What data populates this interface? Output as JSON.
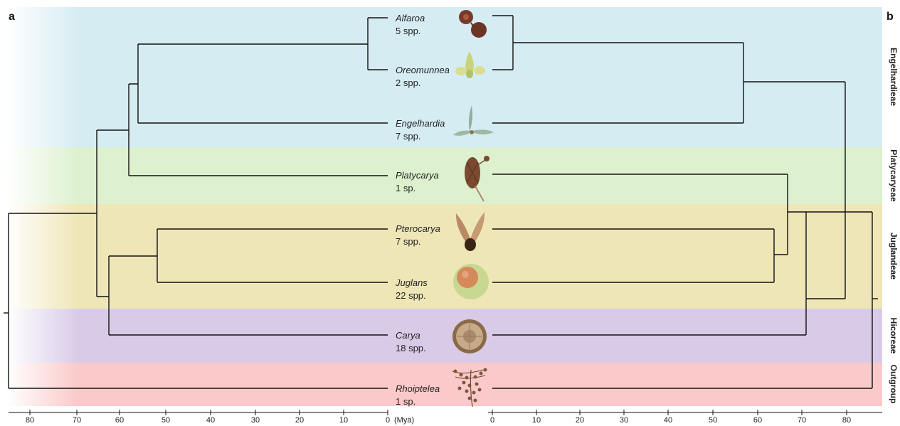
{
  "panels": {
    "left": "a",
    "right": "b"
  },
  "bands": [
    {
      "label": "Engelhardieae",
      "color": "#d6ecf3"
    },
    {
      "label": "Platycaryeae",
      "color": "#ddf1cf"
    },
    {
      "label": "Juglandeae",
      "color": "#efe6b7"
    },
    {
      "label": "Hicoreae",
      "color": "#d9cbe8"
    },
    {
      "label": "Outgroup",
      "color": "#fbc9c9"
    }
  ],
  "taxa": [
    {
      "genus": "Alfaroa",
      "species": "5 spp.",
      "icon": "alfaroa-fruit-icon"
    },
    {
      "genus": "Oreomunnea",
      "species": "2 spp.",
      "icon": "oreomunnea-fruit-icon"
    },
    {
      "genus": "Engelhardia",
      "species": "7 spp.",
      "icon": "engelhardia-fruit-icon"
    },
    {
      "genus": "Platycarya",
      "species": "1 sp.",
      "icon": "platycarya-fruit-icon"
    },
    {
      "genus": "Pterocarya",
      "species": "7 spp.",
      "icon": "pterocarya-fruit-icon"
    },
    {
      "genus": "Juglans",
      "species": "22 spp.",
      "icon": "juglans-fruit-icon"
    },
    {
      "genus": "Carya",
      "species": "18 spp.",
      "icon": "carya-fruit-icon"
    },
    {
      "genus": "Rhoiptelea",
      "species": "1 sp.",
      "icon": "rhoiptelea-fruit-icon"
    }
  ],
  "left_axis": {
    "ticks": [
      "80",
      "70",
      "60",
      "50",
      "40",
      "30",
      "20",
      "10",
      "0"
    ],
    "unit": "(Mya)"
  },
  "right_axis": {
    "ticks": [
      "0",
      "10",
      "20",
      "30",
      "40",
      "50",
      "60",
      "70",
      "80"
    ]
  }
}
